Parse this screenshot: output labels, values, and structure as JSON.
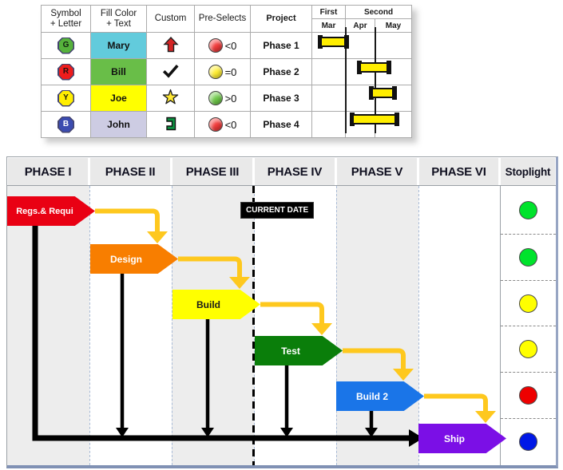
{
  "legend_table": {
    "columns": [
      "Symbol\n+ Letter",
      "Fill Color\n+ Text",
      "Custom",
      "Pre-Selects",
      "Project"
    ],
    "period_first": "First",
    "period_second": "Second",
    "months": [
      "Mar",
      "Apr",
      "May"
    ],
    "rows": [
      {
        "letter": "G",
        "octagon_fill": "#56b23c",
        "letter_color": "#102010",
        "name": "Mary",
        "name_fill": "#62cbdc",
        "custom_icon": "up-arrow-icon",
        "signal_color": "#f23b3b",
        "signal_text": "<0",
        "project": "Phase 1",
        "bar_span": "Mar"
      },
      {
        "letter": "R",
        "octagon_fill": "#ee1c1c",
        "letter_color": "#201010",
        "name": "Bill",
        "name_fill": "#69be48",
        "custom_icon": "check-mark-icon",
        "signal_color": "#ffee33",
        "signal_text": "=0",
        "project": "Phase 2",
        "bar_span": "mid Apr - early May"
      },
      {
        "letter": "Y",
        "octagon_fill": "#ffee00",
        "letter_color": "#202010",
        "name": "Joe",
        "name_fill": "#ffff00",
        "custom_icon": "star-icon",
        "signal_color": "#6fc94a",
        "signal_text": ">0",
        "project": "Phase 3",
        "bar_span": "late Apr - mid May"
      },
      {
        "letter": "B",
        "octagon_fill": "#3c4cb0",
        "letter_color": "#ffffff",
        "name": "John",
        "name_fill": "#cdcce3",
        "custom_icon": "bracket-icon",
        "signal_color": "#f23b3b",
        "signal_text": "<0",
        "project": "Phase 4",
        "bar_span": "Apr - May"
      }
    ]
  },
  "flow_chart": {
    "phases": [
      "PHASE I",
      "PHASE II",
      "PHASE III",
      "PHASE IV",
      "PHASE V",
      "PHASE VI"
    ],
    "stoplight_header": "Stoplight",
    "current_date": "CURRENT DATE",
    "connector_color": "#fec81e",
    "flow_line_color": "#000000",
    "tasks": [
      {
        "label": "Regs.& Requi",
        "fill": "#e90013",
        "text": "#ffffff",
        "phase": "PHASE I",
        "stoplight": "#00e32c"
      },
      {
        "label": "Design",
        "fill": "#f87e00",
        "text": "#ffffff",
        "phase": "PHASE II",
        "stoplight": "#00e32c"
      },
      {
        "label": "Build",
        "fill": "#ffff00",
        "text": "#1a1a1a",
        "phase": "PHASE III",
        "stoplight": "#ffff00"
      },
      {
        "label": "Test",
        "fill": "#0a7e0a",
        "text": "#ffffff",
        "phase": "PHASE IV",
        "stoplight": "#ffff00"
      },
      {
        "label": "Build 2",
        "fill": "#1a75e8",
        "text": "#ffffff",
        "phase": "PHASE V",
        "stoplight": "#ee0000"
      },
      {
        "label": "Ship",
        "fill": "#7b0fe6",
        "text": "#ffffff",
        "phase": "PHASE VI",
        "stoplight": "#0018e6"
      }
    ]
  }
}
